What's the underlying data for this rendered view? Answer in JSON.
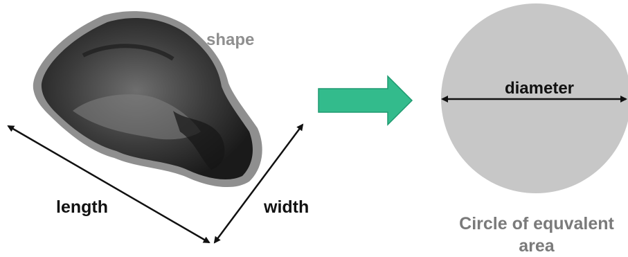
{
  "labels": {
    "shape": "shape",
    "length": "length",
    "width": "width",
    "diameter": "diameter",
    "circle_caption": "Circle of equvalent area"
  },
  "colors": {
    "background": "#ffffff",
    "particle_outline": "#8f8f8f",
    "particle_body": "#3a3a3a",
    "arrow_fill": "#33bb8c",
    "arrow_stroke": "#1f9a70",
    "circle_fill": "#c7c7c7",
    "measure_line": "#111111"
  },
  "icons": {
    "transform_arrow": "right-arrow-icon"
  }
}
